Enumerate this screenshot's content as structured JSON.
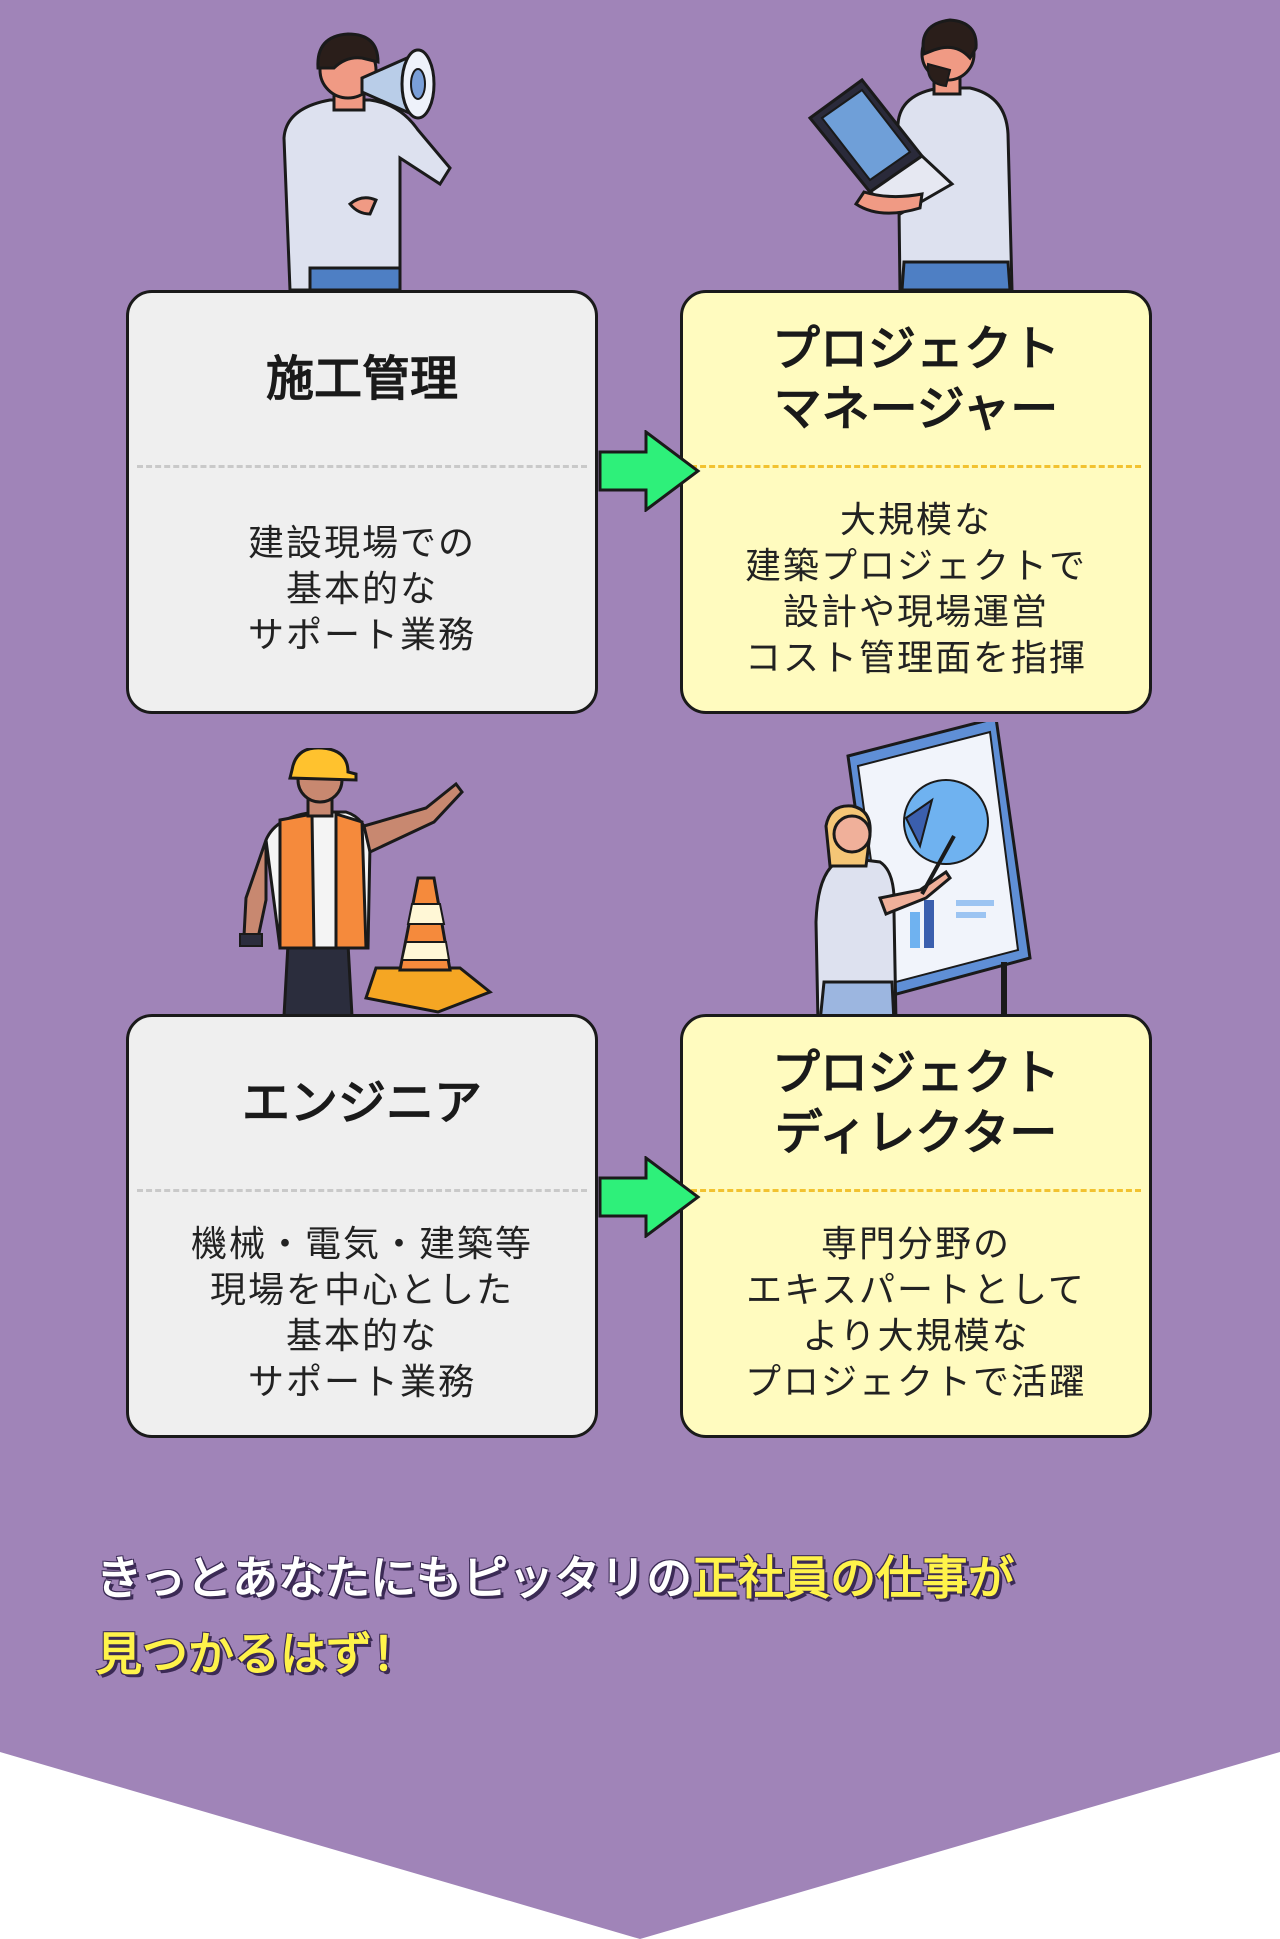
{
  "colors": {
    "panel_purple": "#a084b8",
    "gray_card": "#efefef",
    "yellow_card": "#fffbbf",
    "arrow_green": "#2ef07a",
    "highlight_yellow": "#fff34a"
  },
  "roles": [
    {
      "title_lines": [
        "施工管理"
      ],
      "desc_lines": [
        "建設現場での",
        "基本的な",
        "サポート業務"
      ],
      "illustration_icon": "megaphone-person-icon"
    },
    {
      "title_lines": [
        "プロジェクト",
        "マネージャー"
      ],
      "desc_lines": [
        "大規模な",
        "建築プロジェクトで",
        "設計や現場運営",
        "コスト管理面を指揮"
      ],
      "illustration_icon": "laptop-person-icon"
    },
    {
      "title_lines": [
        "エンジニア"
      ],
      "desc_lines": [
        "機械・電気・建築等",
        "現場を中心とした",
        "基本的な",
        "サポート業務"
      ],
      "illustration_icon": "worker-cone-icon"
    },
    {
      "title_lines": [
        "プロジェクト",
        "ディレクター"
      ],
      "desc_lines": [
        "専門分野の",
        "エキスパートとして",
        "より大規模な",
        "プロジェクトで活躍"
      ],
      "illustration_icon": "presenter-board-icon"
    }
  ],
  "tagline": {
    "line1_prefix": "きっとあなたにもピッタリの",
    "line1_highlight": "正社員の仕事が",
    "line2_highlight": "見つかるはず！"
  }
}
